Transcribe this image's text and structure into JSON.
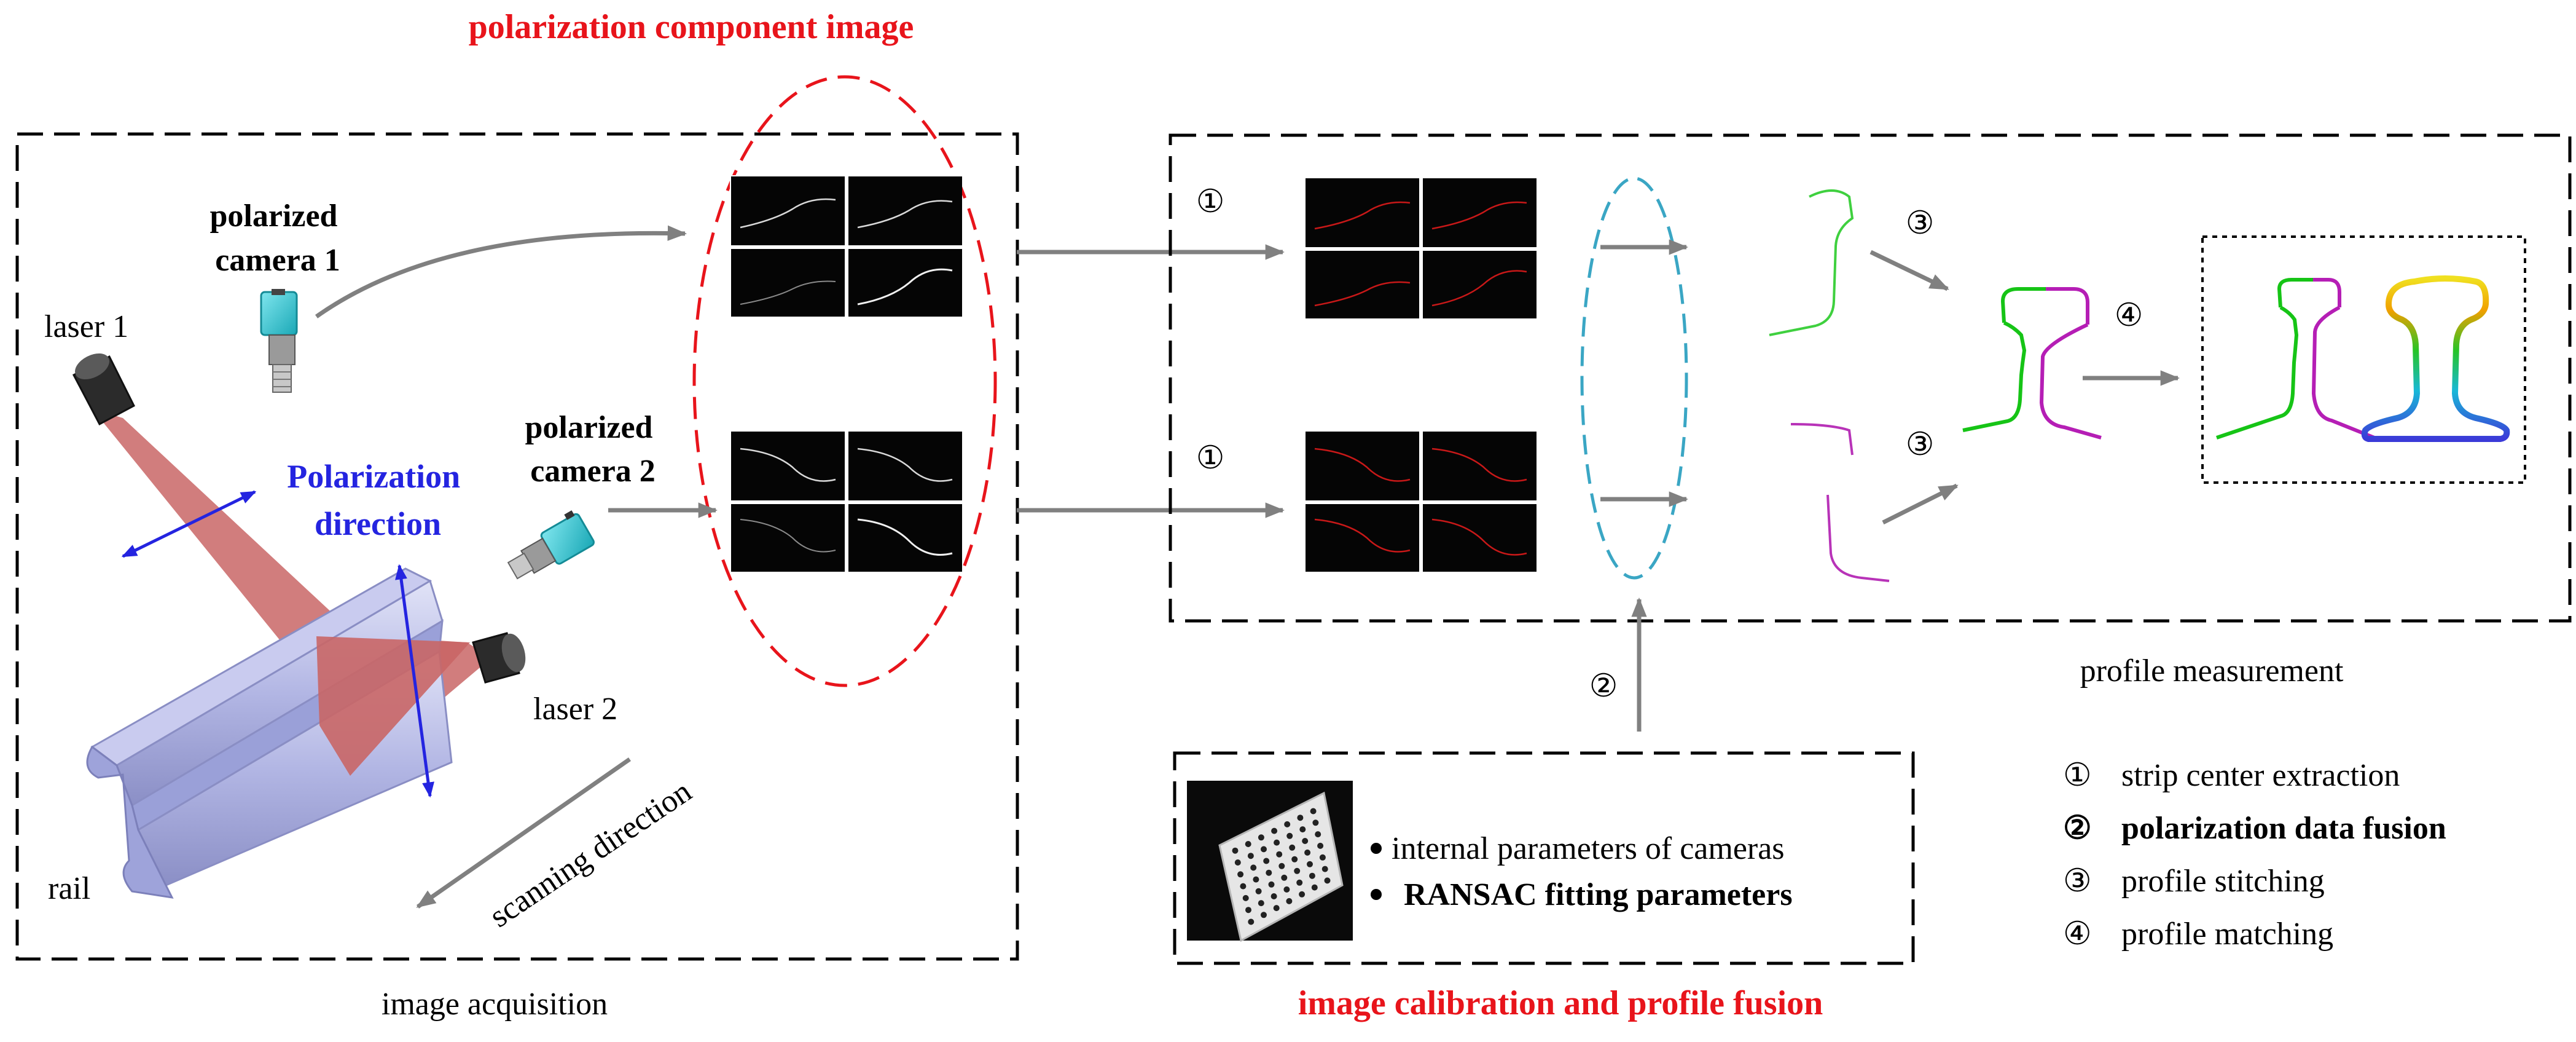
{
  "title": "polarization component image",
  "labels": {
    "camera1": [
      "polarized",
      "camera 1"
    ],
    "camera2": [
      "polarized",
      "camera 2"
    ],
    "laser1": "laser 1",
    "laser2": "laser 2",
    "polarization_direction": [
      "Polarization",
      "direction"
    ],
    "rail": "rail",
    "scanning_direction": "scanning direction",
    "image_acquisition": "image acquisition",
    "profile_measurement": "profile measurement",
    "calibration_title": "image calibration and profile fusion"
  },
  "calibration_items": [
    "internal parameters of cameras",
    "RANSAC fitting parameters"
  ],
  "step_marks": {
    "s1": "①",
    "s2": "②",
    "s3": "③",
    "s4": "④"
  },
  "legend": [
    {
      "mark": "①",
      "text": "strip center extraction"
    },
    {
      "mark": "②",
      "text": "polarization data fusion"
    },
    {
      "mark": "③",
      "text": "profile stitching"
    },
    {
      "mark": "④",
      "text": "profile matching"
    }
  ],
  "colors": {
    "accent_red": "#e8141b",
    "polarization_blue": "#2424e0",
    "fusion_ellipse": "#3aa6c4",
    "laser_sheet": "#c96666",
    "rail_body": "#b4b8e6",
    "camera_body": "#2fc7d3",
    "profile_green": "#16c416",
    "profile_magenta": "#b51eb5",
    "arrow_gray": "#808080"
  },
  "icons": [
    "camera-icon",
    "laser-icon",
    "rail-icon",
    "checkerboard-icon"
  ]
}
